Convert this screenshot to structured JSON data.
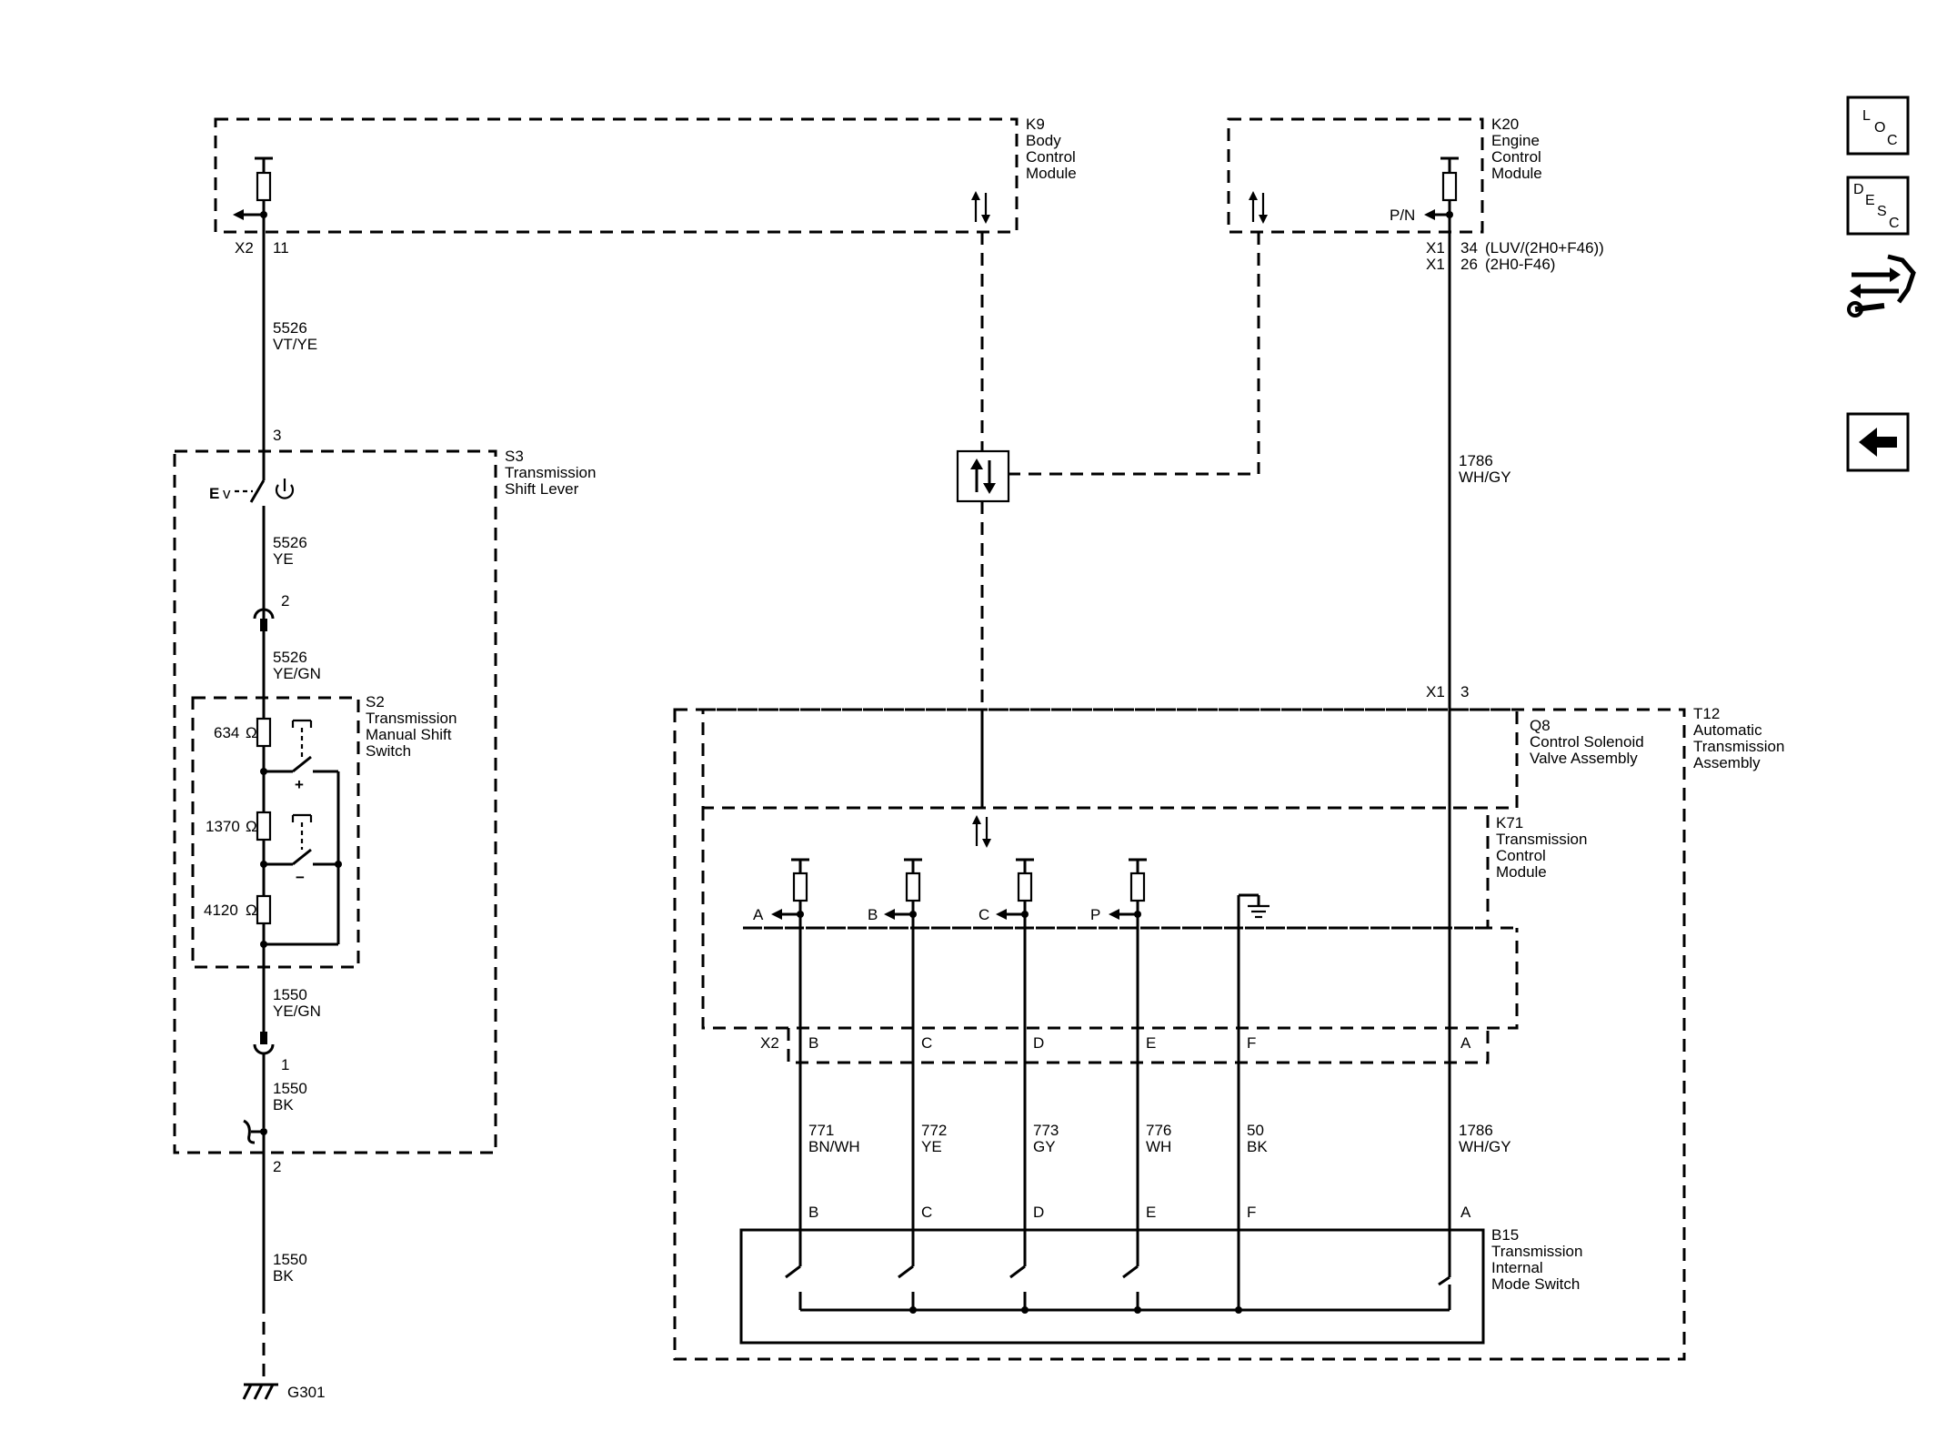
{
  "components": {
    "k9": {
      "id": "K9",
      "name_lines": [
        "Body",
        "Control",
        "Module"
      ]
    },
    "k20": {
      "id": "K20",
      "name_lines": [
        "Engine",
        "Control",
        "Module"
      ]
    },
    "s3": {
      "id": "S3",
      "name_lines": [
        "Transmission",
        "Shift Lever"
      ]
    },
    "s2": {
      "id": "S2",
      "name_lines": [
        "Transmission",
        "Manual Shift",
        "Switch"
      ]
    },
    "t12": {
      "id": "T12",
      "name_lines": [
        "Automatic",
        "Transmission",
        "Assembly"
      ]
    },
    "q8": {
      "id": "Q8",
      "name_lines": [
        "Control Solenoid",
        "Valve Assembly"
      ]
    },
    "k71": {
      "id": "K71",
      "name_lines": [
        "Transmission",
        "Control",
        "Module"
      ]
    },
    "b15": {
      "id": "B15",
      "name_lines": [
        "Transmission",
        "Internal",
        "Mode Switch"
      ]
    },
    "g301": {
      "id": "G301"
    }
  },
  "connectors": {
    "k9_x2": {
      "conn": "X2",
      "pin": "11"
    },
    "k20_x1_a": {
      "conn": "X1",
      "pin": "34",
      "note": "(LUV/(2H0+F46))"
    },
    "k20_x1_b": {
      "conn": "X1",
      "pin": "26",
      "note": "(2H0-F46)"
    },
    "k20_signal": "P/N",
    "s3_pin3": "3",
    "s3_pin2": "2",
    "s3_pin1": "1",
    "s3_pin2b": "2",
    "t12_x1": {
      "conn": "X1",
      "pin": "3"
    },
    "t12_x2": "X2",
    "x2_pins": [
      "B",
      "C",
      "D",
      "E",
      "F",
      "A"
    ],
    "b15_pins": [
      "B",
      "C",
      "D",
      "E",
      "F",
      "A"
    ],
    "k71_outputs": [
      "A",
      "B",
      "C",
      "P"
    ]
  },
  "wires": {
    "w5526_vtye": {
      "circuit": "5526",
      "color": "VT/YE"
    },
    "w5526_ye": {
      "circuit": "5526",
      "color": "YE"
    },
    "w5526_yegn": {
      "circuit": "5526",
      "color": "YE/GN"
    },
    "w1550_yegn": {
      "circuit": "1550",
      "color": "YE/GN"
    },
    "w1550_bk_a": {
      "circuit": "1550",
      "color": "BK"
    },
    "w1550_bk_b": {
      "circuit": "1550",
      "color": "BK"
    },
    "w1786_top": {
      "circuit": "1786",
      "color": "WH/GY"
    },
    "bottom": [
      {
        "circuit": "771",
        "color": "BN/WH"
      },
      {
        "circuit": "772",
        "color": "YE"
      },
      {
        "circuit": "773",
        "color": "GY"
      },
      {
        "circuit": "776",
        "color": "WH"
      },
      {
        "circuit": "50",
        "color": "BK"
      },
      {
        "circuit": "1786",
        "color": "WH/GY"
      }
    ]
  },
  "resistors": {
    "r1": {
      "value": "634",
      "unit": "Ω"
    },
    "r2": {
      "value": "1370",
      "unit": "Ω"
    },
    "r3": {
      "value": "4120",
      "unit": "Ω"
    }
  },
  "switch_marks": {
    "plus": "+",
    "minus": "−"
  },
  "nav": {
    "loc": [
      "L",
      "O",
      "C"
    ],
    "desc": [
      "D",
      "E",
      "S",
      "C"
    ],
    "back_icon": "left-arrow-icon",
    "info_icon": "connector-wrench-icon"
  }
}
